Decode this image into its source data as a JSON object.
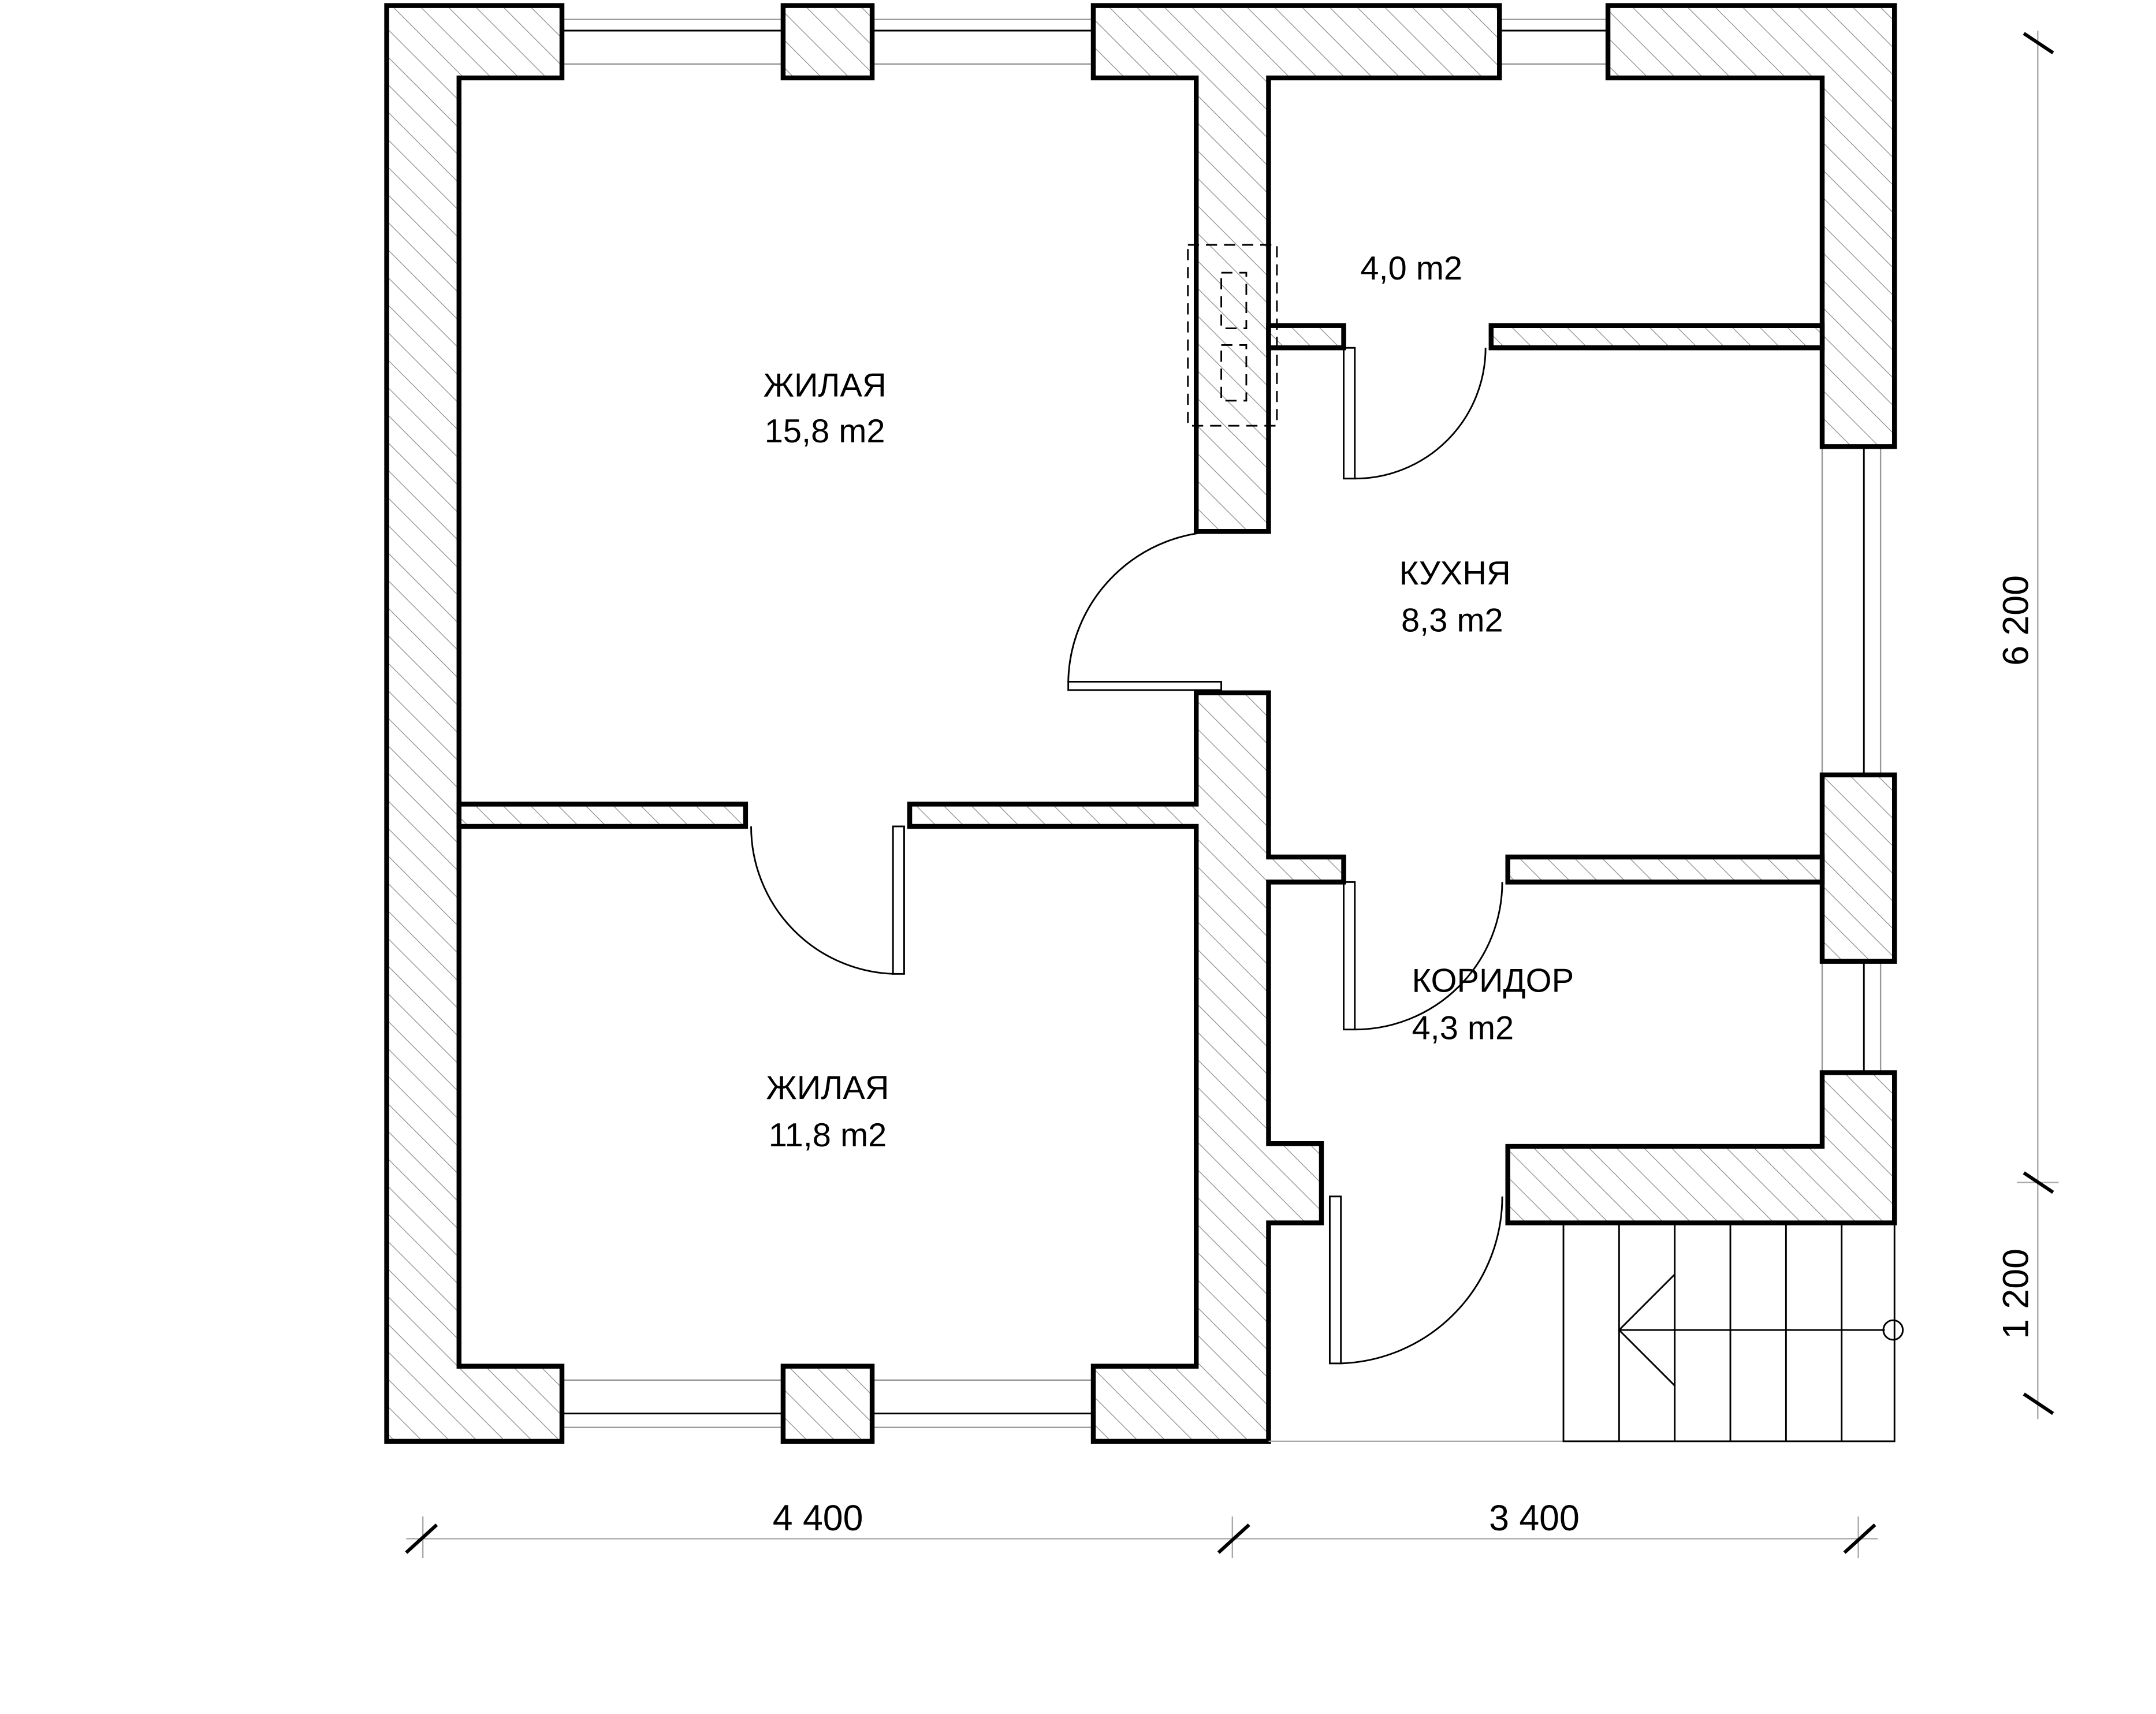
{
  "rooms": [
    {
      "name": "ЖИЛАЯ",
      "area": "15,8 m2"
    },
    {
      "name": "ЖИЛАЯ",
      "area": "11,8 m2"
    },
    {
      "name": "КУХНЯ",
      "area": "8,3 m2"
    },
    {
      "name": "КОРИДОР",
      "area": "4,3 m2"
    },
    {
      "name": "",
      "area": "4,0 m2"
    }
  ],
  "dimensions": {
    "bottom_left": "4 400",
    "bottom_right": "3 400",
    "right_main": "6 200",
    "right_porch": "1 200"
  }
}
